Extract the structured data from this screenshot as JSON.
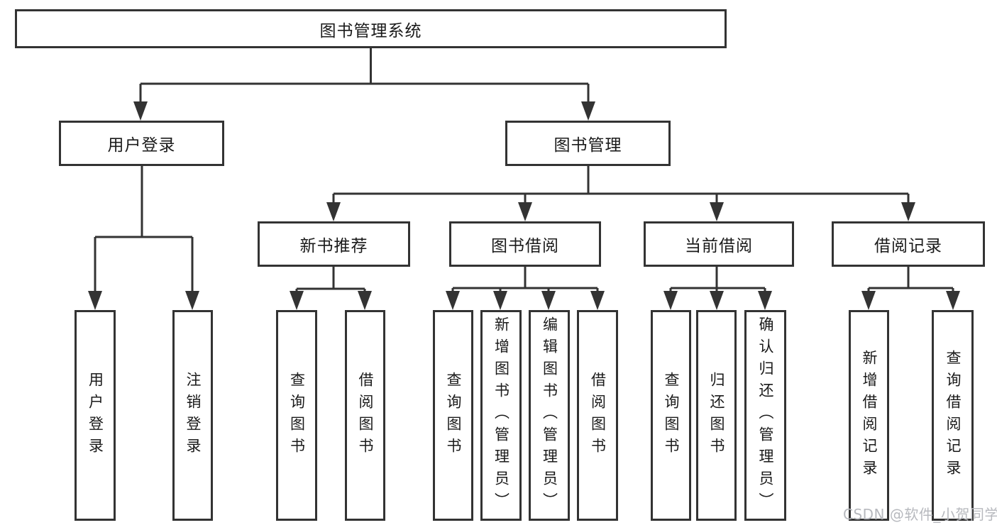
{
  "diagram": {
    "title": "图书管理系统",
    "watermark": "CSDN @软件_小贺同学",
    "colors": {
      "line": "#333333",
      "box_border": "#333333",
      "box_fill": "#ffffff",
      "text": "#1a1a1a",
      "watermark": "#b7b9be"
    },
    "hierarchy": {
      "label": "图书管理系统",
      "children": [
        {
          "label": "用户登录",
          "children": [
            {
              "label": "用户登录"
            },
            {
              "label": "注销登录"
            }
          ]
        },
        {
          "label": "图书管理",
          "children": [
            {
              "label": "新书推荐",
              "children": [
                {
                  "label": "查询图书"
                },
                {
                  "label": "借阅图书"
                }
              ]
            },
            {
              "label": "图书借阅",
              "children": [
                {
                  "label": "查询图书"
                },
                {
                  "label": "新增图书（管理员）"
                },
                {
                  "label": "编辑图书（管理员）"
                },
                {
                  "label": "借阅图书"
                }
              ]
            },
            {
              "label": "当前借阅",
              "children": [
                {
                  "label": "查询图书"
                },
                {
                  "label": "归还图书"
                },
                {
                  "label": "确认归还（管理员）"
                }
              ]
            },
            {
              "label": "借阅记录",
              "children": [
                {
                  "label": "新增借阅记录"
                },
                {
                  "label": "查询借阅记录"
                }
              ]
            }
          ]
        }
      ]
    }
  },
  "nodes": {
    "root": {
      "label": "图书管理系统"
    },
    "user_login": {
      "label": "用户登录"
    },
    "book_mgmt": {
      "label": "图书管理"
    },
    "new_book_recommend": {
      "label": "新书推荐"
    },
    "book_borrow": {
      "label": "图书借阅"
    },
    "current_borrow": {
      "label": "当前借阅"
    },
    "borrow_records": {
      "label": "借阅记录"
    },
    "leaf_user_login": {
      "label": "用户登录"
    },
    "leaf_logout": {
      "label": "注销登录"
    },
    "leaf_query_books_recommend": {
      "label": "查询图书"
    },
    "leaf_borrow_books_recommend": {
      "label": "借阅图书"
    },
    "leaf_query_books_borrow": {
      "label": "查询图书"
    },
    "leaf_add_books": {
      "label": "新增图书（管理员）"
    },
    "leaf_edit_books": {
      "label": "编辑图书（管理员）"
    },
    "leaf_borrow_books_borrow": {
      "label": "借阅图书"
    },
    "leaf_query_books_current": {
      "label": "查询图书"
    },
    "leaf_return_books": {
      "label": "归还图书"
    },
    "leaf_confirm_return": {
      "label": "确认归还（管理员）"
    },
    "leaf_add_borrow_record": {
      "label": "新增借阅记录"
    },
    "leaf_query_borrow_record": {
      "label": "查询借阅记录"
    }
  }
}
